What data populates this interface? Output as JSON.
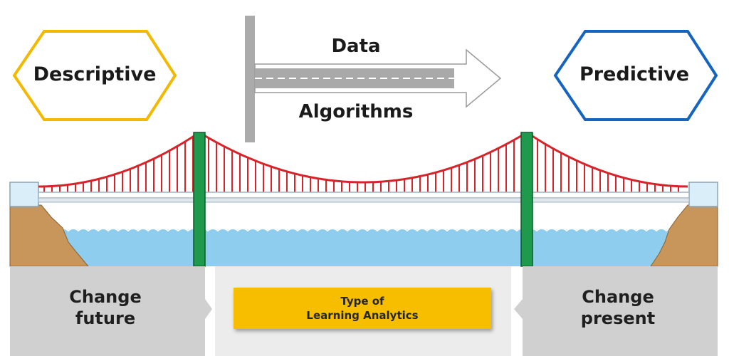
{
  "hexagons": {
    "left": {
      "label": "Descriptive",
      "color": "#f2b900"
    },
    "right": {
      "label": "Predictive",
      "color": "#1565c0"
    }
  },
  "arrow": {
    "top_label": "Data",
    "bottom_label": "Algorithms"
  },
  "bridge": {
    "cable_color": "#d8232a",
    "tower_color": "#1f9a4d",
    "water_color": "#8fcdee"
  },
  "bottom": {
    "left_text_line1": "Change",
    "left_text_line2": "future",
    "right_text_line1": "Change",
    "right_text_line2": "present",
    "center_line1": "Type of",
    "center_line2": "Learning Analytics",
    "center_color": "#f7be00"
  }
}
